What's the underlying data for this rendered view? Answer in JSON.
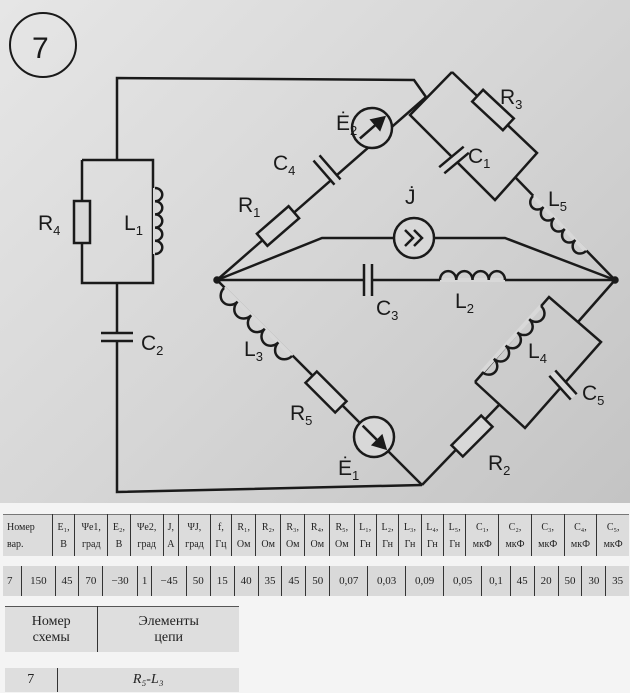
{
  "scheme_number": "7",
  "circuit_labels": {
    "E2": "Ė",
    "E2_sub": "2",
    "E1": "Ė",
    "E1_sub": "1",
    "J": "J̇",
    "R1": "R",
    "R1_sub": "1",
    "R2": "R",
    "R2_sub": "2",
    "R3": "R",
    "R3_sub": "3",
    "R4": "R",
    "R4_sub": "4",
    "R5": "R",
    "R5_sub": "5",
    "L1": "L",
    "L1_sub": "1",
    "L2": "L",
    "L2_sub": "2",
    "L3": "L",
    "L3_sub": "3",
    "L4": "L",
    "L4_sub": "4",
    "L5": "L",
    "L5_sub": "5",
    "C1": "C",
    "C1_sub": "1",
    "C2": "C",
    "C2_sub": "2",
    "C3": "C",
    "C3_sub": "3",
    "C4": "C",
    "C4_sub": "4",
    "C5": "C",
    "C5_sub": "5"
  },
  "params_table": {
    "headers": [
      [
        "Номер",
        "вар."
      ],
      [
        "E₁,",
        "В"
      ],
      [
        "Ψe1,",
        "град"
      ],
      [
        "E₂,",
        "В"
      ],
      [
        "Ψe2,",
        "град"
      ],
      [
        "J,",
        "А"
      ],
      [
        "ΨJ,",
        "град"
      ],
      [
        "f,",
        "Гц"
      ],
      [
        "R₁,",
        "Ом"
      ],
      [
        "R₂,",
        "Ом"
      ],
      [
        "R₃,",
        "Ом"
      ],
      [
        "R₄,",
        "Ом"
      ],
      [
        "R₅,",
        "Ом"
      ],
      [
        "L₁,",
        "Гн"
      ],
      [
        "L₂,",
        "Гн"
      ],
      [
        "L₃,",
        "Гн"
      ],
      [
        "L₄,",
        "Гн"
      ],
      [
        "L₅,",
        "Гн"
      ],
      [
        "C₁,",
        "мкФ"
      ],
      [
        "C₂,",
        "мкФ"
      ],
      [
        "C₃,",
        "мкФ"
      ],
      [
        "C₄,",
        "мкФ"
      ],
      [
        "C₅,",
        "мкФ"
      ]
    ],
    "values": [
      "7",
      "150",
      "45",
      "70",
      "−30",
      "1",
      "−45",
      "50",
      "15",
      "40",
      "35",
      "45",
      "50",
      "0,07",
      "0,03",
      "0,09",
      "0,05",
      "0,1",
      "45",
      "20",
      "50",
      "30",
      "35"
    ]
  },
  "scheme_table": {
    "headers": [
      [
        "Номер",
        "схемы"
      ],
      [
        "Элементы",
        "цепи"
      ]
    ],
    "values": [
      "7",
      "R₅-L₃"
    ]
  }
}
